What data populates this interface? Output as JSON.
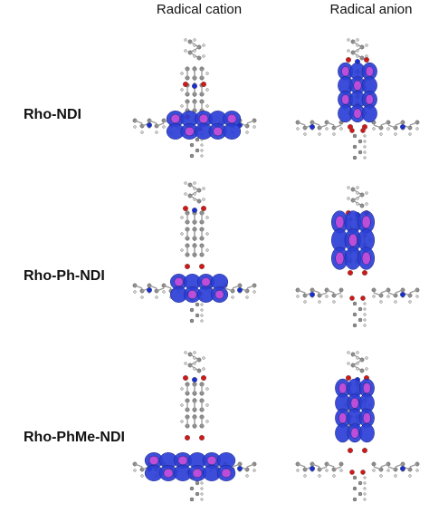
{
  "columns": {
    "cation": "Radical cation",
    "anion": "Radical anion"
  },
  "rows": [
    {
      "label": "Rho-NDI"
    },
    {
      "label": "Rho-Ph-NDI"
    },
    {
      "label": "Rho-PhMe-NDI"
    }
  ],
  "colors": {
    "orbital_blue": "#2b3fd6",
    "orbital_magenta": "#d24fd8",
    "carbon": "#8c8c8c",
    "hydrogen": "#d8d8d8",
    "oxygen": "#d01818",
    "nitrogen": "#1a2fd0"
  }
}
